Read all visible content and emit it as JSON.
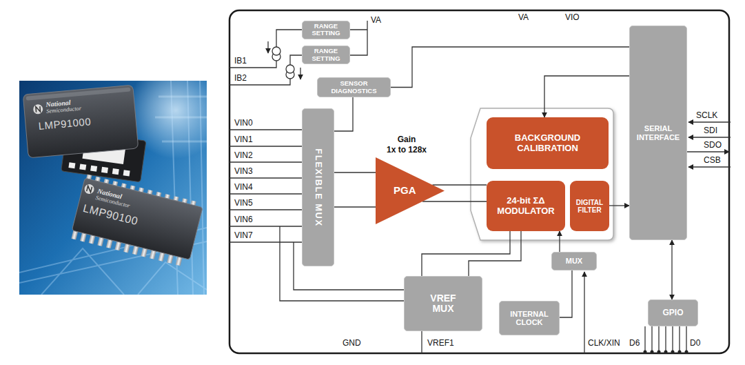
{
  "diagram": {
    "nodes": [
      {
        "text": [
          "RANGE SETTING"
        ]
      },
      {
        "text": [
          "RANGE SETTING"
        ]
      },
      {
        "text": [
          "SENSOR DIAGNOSTICS"
        ]
      },
      {
        "text": [
          "FLEXIBLE MUX"
        ]
      },
      {
        "text": [
          "PGA"
        ]
      },
      {
        "text": [
          "BACKGROUND CALIBRATION"
        ]
      },
      {
        "text": [
          "24-bit ΣΔ MODULATOR"
        ]
      },
      {
        "text": [
          "DIGITAL FILTER"
        ]
      },
      {
        "text": [
          "SERIAL INTERFACE"
        ]
      },
      {
        "text": [
          "MUX"
        ]
      },
      {
        "text": [
          "VREF MUX"
        ]
      },
      {
        "text": [
          "INTERNAL CLOCK"
        ]
      },
      {
        "text": [
          "GPIO"
        ]
      }
    ],
    "edges": [
      {
        "from": 3,
        "to": 4,
        "arrow": "none"
      },
      {
        "from": 3,
        "to": 4,
        "arrow": "none"
      },
      {
        "from": 4,
        "to": 6,
        "arrow": "none"
      },
      {
        "from": 4,
        "to": 6,
        "arrow": "none"
      },
      {
        "from": 7,
        "to": 8,
        "arrow": "to"
      },
      {
        "from": 8,
        "to": 5,
        "arrow": "to"
      },
      {
        "from": 8,
        "to": 2,
        "arrow": "none"
      },
      {
        "from": 2,
        "to": 3,
        "arrow": "none"
      },
      {
        "from": 9,
        "to": 6,
        "arrow": "to"
      },
      {
        "from": 11,
        "to": 9,
        "arrow": "none"
      },
      {
        "from": 8,
        "to": 12,
        "arrow": "both"
      },
      {
        "from": 10,
        "to": 6,
        "arrow": "none"
      },
      {
        "from": 10,
        "to": 6,
        "arrow": "none"
      }
    ],
    "labels": [
      "National",
      "Semiconductor",
      "LMP91000",
      "National",
      "Semiconductor",
      "LMP90100",
      "VA",
      "VA",
      "VIO",
      "IB1",
      "IB2",
      "VIN0",
      "VIN1",
      "VIN2",
      "VIN3",
      "VIN4",
      "VIN5",
      "VIN6",
      "VIN7",
      "Gain",
      "1x to 128x",
      "SCLK",
      "SDI",
      "SDO",
      "CSB",
      "GND",
      "VREF1",
      "CLK/XIN",
      "D6",
      "D0"
    ]
  }
}
